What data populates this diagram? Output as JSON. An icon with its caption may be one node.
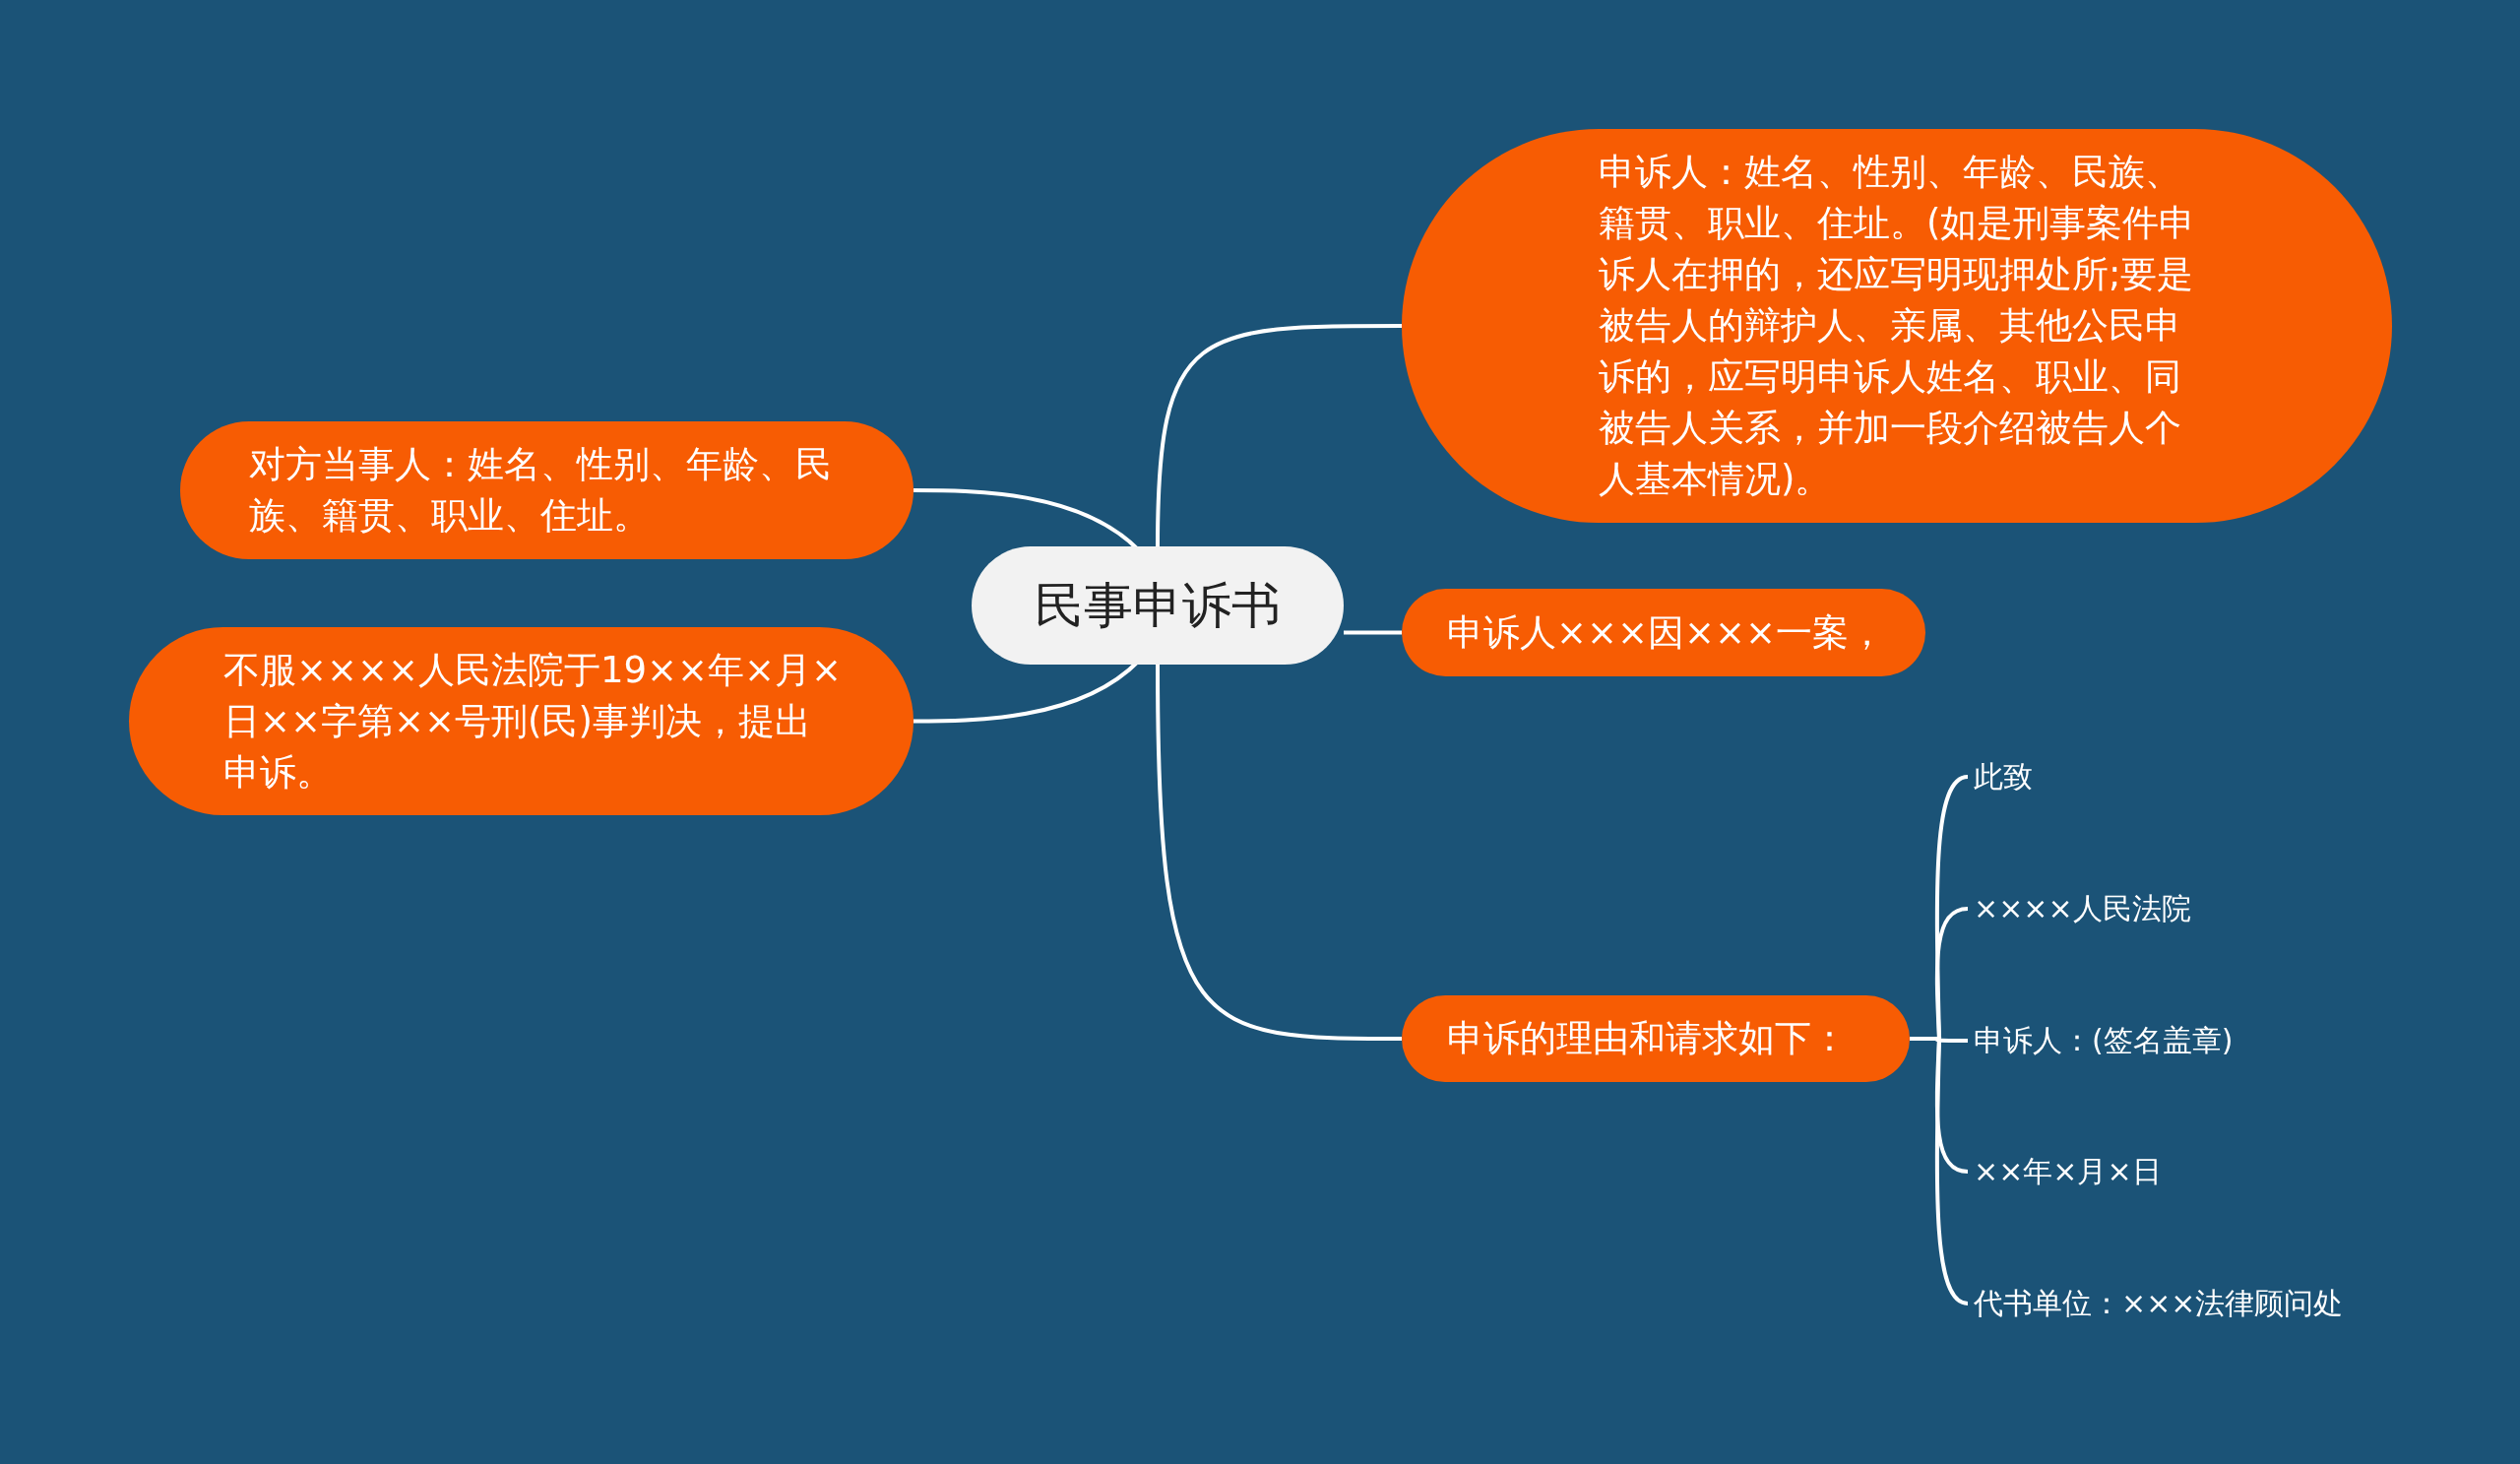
{
  "diagram": {
    "nodes": [
      {
        "text": [
          "民事申诉书"
        ]
      },
      {
        "text": [
          "申诉人：姓名、性别、年龄、民族、籍贯、职业、住址。(如是刑事案件申诉人在押的，还应写明现押处所;要是被告人的辩护人、亲属、其他公民申诉的，应写明申诉人姓名、职业、同被告人关系，并加一段介绍被告人个人基本情况)。"
        ]
      },
      {
        "text": [
          "申诉人×××因×××一案，"
        ]
      },
      {
        "text": [
          "申诉的理由和请求如下："
        ]
      },
      {
        "text": [
          "对方当事人：姓名、性别、年龄、民族、籍贯、职业、住址。"
        ]
      },
      {
        "text": [
          "不服××××人民法院于19××年×月×日××字第××号刑(民)事判决，提出申诉。"
        ]
      },
      {
        "text": [
          "此致"
        ]
      },
      {
        "text": [
          "××××人民法院"
        ]
      },
      {
        "text": [
          "申诉人：(签名盖章)"
        ]
      },
      {
        "text": [
          "××年×月×日"
        ]
      },
      {
        "text": [
          "代书单位：×××法律顾问处"
        ]
      }
    ],
    "edges": [
      {
        "from": 0,
        "to": 1,
        "arrow": "none"
      },
      {
        "from": 0,
        "to": 2,
        "arrow": "none"
      },
      {
        "from": 0,
        "to": 3,
        "arrow": "none"
      },
      {
        "from": 0,
        "to": 4,
        "arrow": "none"
      },
      {
        "from": 0,
        "to": 5,
        "arrow": "none"
      },
      {
        "from": 3,
        "to": 6,
        "arrow": "none"
      },
      {
        "from": 3,
        "to": 7,
        "arrow": "none"
      },
      {
        "from": 3,
        "to": 8,
        "arrow": "none"
      },
      {
        "from": 3,
        "to": 9,
        "arrow": "none"
      },
      {
        "from": 3,
        "to": 10,
        "arrow": "none"
      }
    ]
  }
}
